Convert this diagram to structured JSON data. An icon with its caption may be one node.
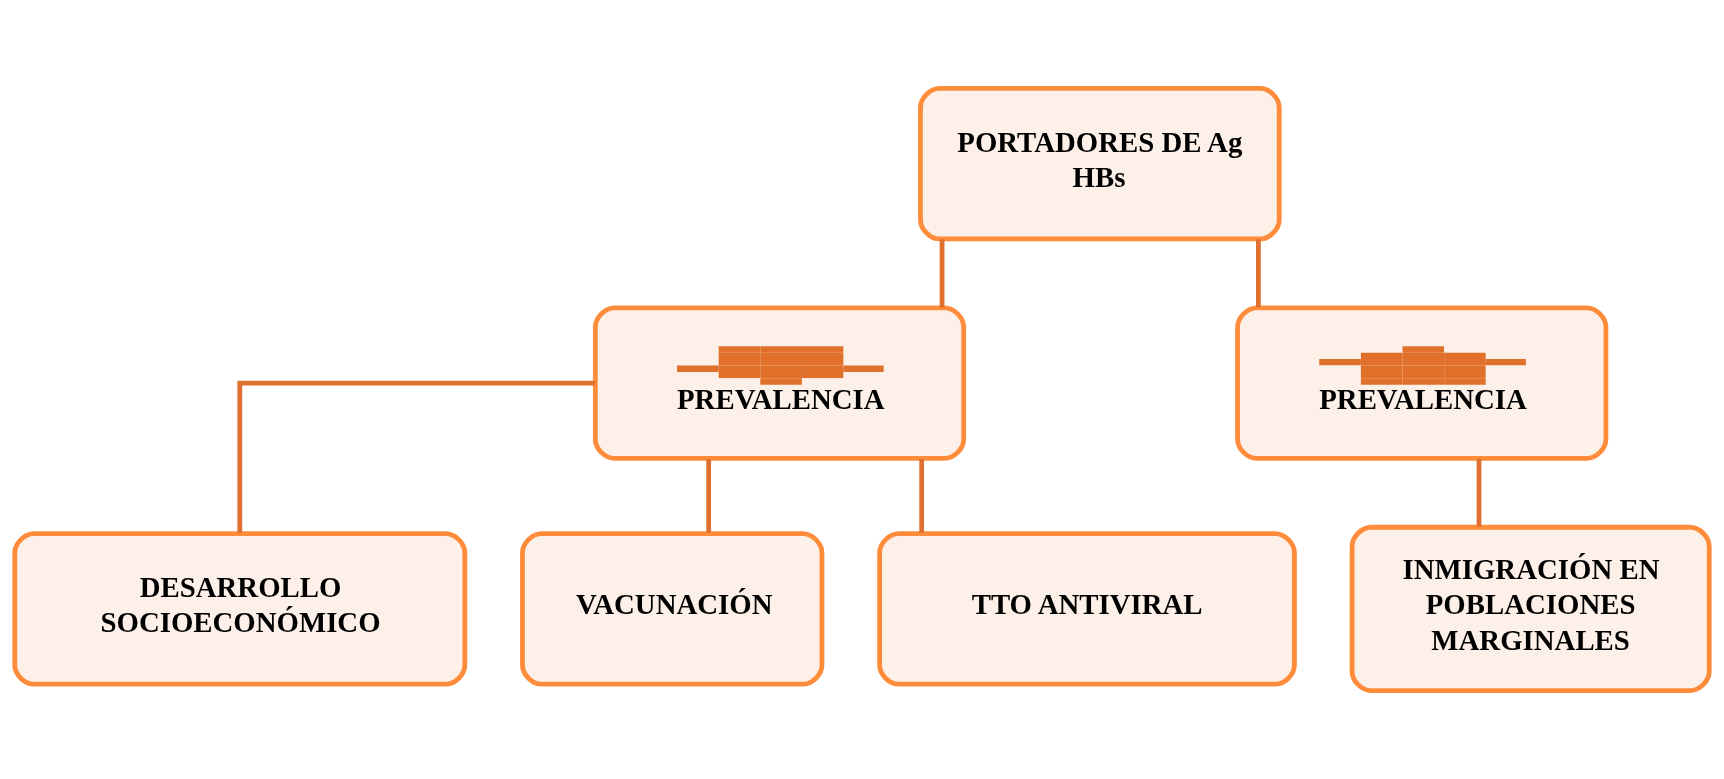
{
  "diagram": {
    "nodes": [
      {
        "text": [
          "PORTADORES DE Ag HBs"
        ]
      },
      {
        "text": [
          "PREVALENCIA"
        ]
      },
      {
        "text": [
          "PREVALENCIA"
        ]
      },
      {
        "text": [
          "DESARROLLO SOCIOECONÓMICO"
        ]
      },
      {
        "text": [
          "VACUNACIÓN"
        ]
      },
      {
        "text": [
          "TTO ANTIVIRAL"
        ]
      },
      {
        "text": [
          "INMIGRACIÓN EN POBLACIONES MARGINALES"
        ]
      }
    ],
    "edges": [
      {
        "from": 0,
        "to": 1,
        "arrow": "none"
      },
      {
        "from": 0,
        "to": 2,
        "arrow": "none"
      },
      {
        "from": 1,
        "to": 3,
        "arrow": "none"
      },
      {
        "from": 1,
        "to": 4,
        "arrow": "none"
      },
      {
        "from": 1,
        "to": 5,
        "arrow": "none"
      },
      {
        "from": 2,
        "to": 6,
        "arrow": "none"
      }
    ]
  }
}
